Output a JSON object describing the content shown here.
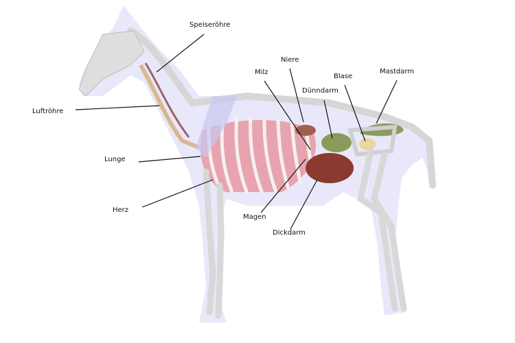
{
  "title": "Horse anatomy - organs",
  "labels": {
    "speiseroehre": "Speiseröhre",
    "luftroehre": "Luftröhre",
    "milz": "Milz",
    "niere": "Niere",
    "duenndarm": "Dünndarm",
    "blase": "Blase",
    "mastdarm": "Mastdarm",
    "lunge": "Lunge",
    "herz": "Herz",
    "magen": "Magen",
    "dickdarm": "Dickdarm"
  },
  "colors": {
    "silhouette": "#e6e6f8",
    "bone": "#dcdcdc",
    "lung": "#e6a0aa",
    "intestine_small": "#8a9a5a",
    "intestine_large": "#8a3a30",
    "rectum": "#8c9a60",
    "bladder": "#e8d8a0",
    "leader_line": "#111111"
  }
}
